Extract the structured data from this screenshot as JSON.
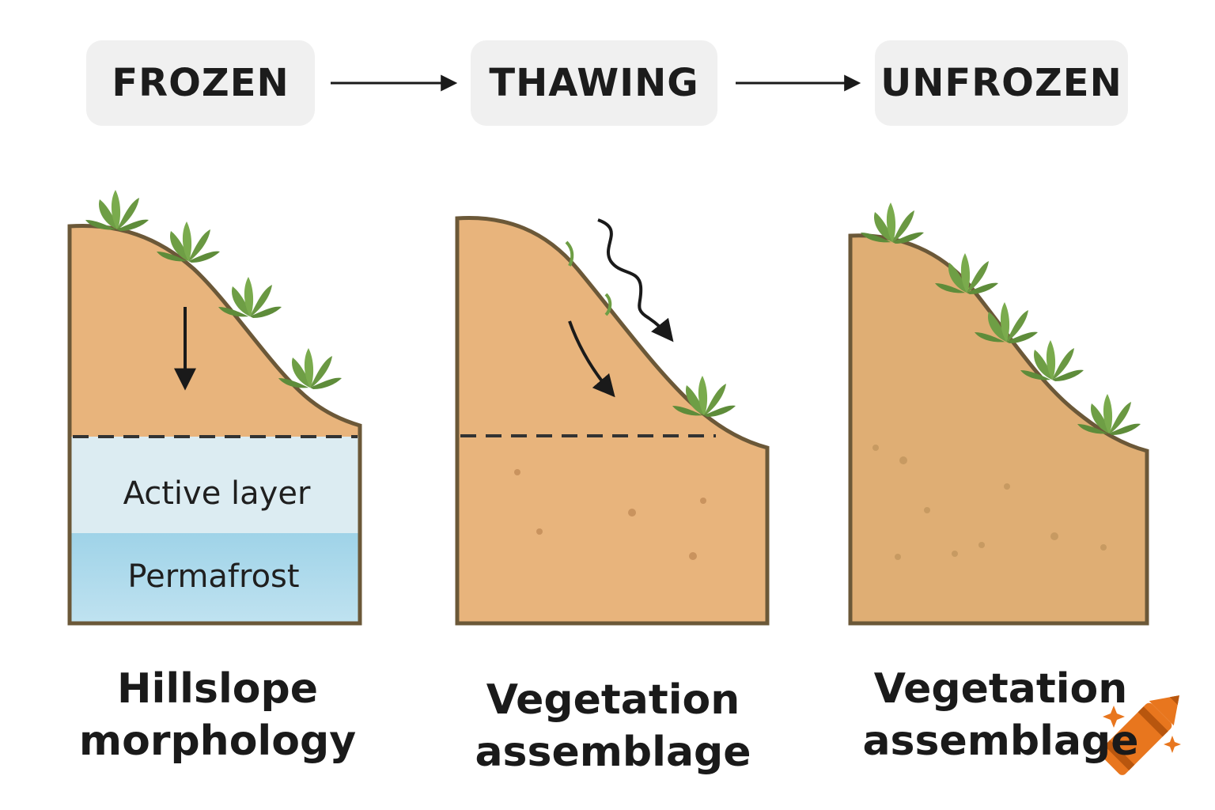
{
  "stages": [
    {
      "label": "FROZEN"
    },
    {
      "label": "THAWING"
    },
    {
      "label": "UNFROZEN"
    }
  ],
  "layers": {
    "active": "Active layer",
    "permafrost": "Permafrost"
  },
  "captions": [
    {
      "line1": "Hillslope",
      "line2": "morphology"
    },
    {
      "line1": "Vegetation",
      "line2": "assemblage"
    },
    {
      "line1": "Vegetation",
      "line2": "assemblage"
    }
  ],
  "colors": {
    "soil": "#e8b47c",
    "soil_dry": "#dfae74",
    "outline": "#6b5838",
    "active_layer": "#dcecf2",
    "permafrost": "#a9d8ea",
    "vegetation": "#6e9e45",
    "box": "#f0f0f0",
    "text": "#1c1c1c",
    "crayon": "#e8761e"
  },
  "icons": [
    "right-arrow-icon",
    "down-arrow-icon",
    "curved-arrow-icon",
    "wavy-arrow-icon",
    "plant-icon",
    "crayon-logo-icon"
  ]
}
